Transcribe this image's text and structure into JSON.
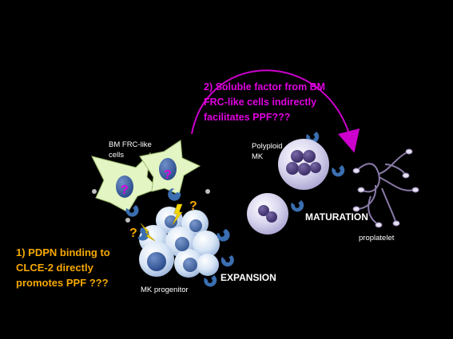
{
  "colors": {
    "background": "#000000",
    "annotation_orange": "#f5a800",
    "annotation_magenta": "#e000e0",
    "stromal_fill": "#e4f5c4",
    "nucleus_blue": "#1f5aa8",
    "cell_lavender": "#c4c1e2",
    "nucleus_purple": "#4a3a78",
    "receptor_blue": "#3a6eb0",
    "arrow_magenta": "#cc00cc"
  },
  "labels": {
    "hypothesis_1": [
      "1) PDPN binding to",
      "CLCE-2 directly",
      "promotes PPF ???"
    ],
    "hypothesis_2": [
      "2) Soluble factor from BM",
      "FRC-like cells indirectly",
      "facilitates PPF???"
    ],
    "frc_cells": [
      "BM FRC-like",
      "cells"
    ],
    "polyploid": [
      "Polyploid",
      "MK"
    ],
    "maturation": "MATURATION",
    "expansion": "EXPANSION",
    "progenitor": "MK progenitor",
    "proplatelet": "proplatelet",
    "question_mark": "?"
  }
}
